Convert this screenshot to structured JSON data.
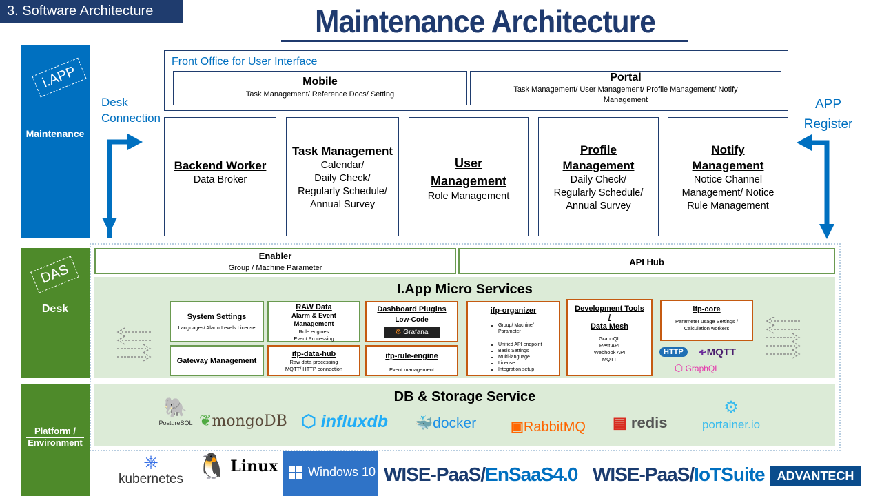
{
  "section_tag": "3. Software Architecture",
  "title": "Maintenance Architecture",
  "left_columns": {
    "app": {
      "stamp": "i.APP",
      "label": "Maintenance"
    },
    "das": {
      "stamp": "DAS",
      "label": "Desk"
    },
    "platform": {
      "label": "Platform / Environment"
    }
  },
  "desk_connection": "Desk Connection",
  "app_register": "APP Register",
  "front_office": {
    "title": "Front Office for User Interface",
    "mobile": {
      "title": "Mobile",
      "body": "Task Management/  Reference  Docs/ Setting"
    },
    "portal": {
      "title": "Portal",
      "body": "Task Management/  User Management/  Profile Management/  Notify Management"
    }
  },
  "modules": [
    {
      "title": "Backend Worker",
      "body": "Data Broker"
    },
    {
      "title": "Task Management",
      "body": "Calendar/\nDaily Check/\nRegularly Schedule/\nAnnual Survey"
    },
    {
      "title": "User Management",
      "body": "Role Management"
    },
    {
      "title": "Profile Management",
      "body": "Daily Check/\nRegularly Schedule/\nAnnual Survey"
    },
    {
      "title": "Notify Management",
      "body": "Notice Channel Management/ Notice Rule Management"
    }
  ],
  "enabler": {
    "title": "Enabler",
    "body": "Group / Machine  Parameter"
  },
  "api_hub": "API Hub",
  "micro_services": {
    "title": "I.App Micro Services",
    "system_settings": {
      "title": "System Settings",
      "body": "Languages/ Alarm Levels License"
    },
    "gateway": {
      "title": "Gateway Management"
    },
    "raw_data": {
      "title": "RAW Data",
      "subtitle": "Alarm & Event Management",
      "body": "Rule engines\nEvent Processing"
    },
    "data_hub": {
      "title": "ifp-data-hub",
      "body": "Raw data processing\nMQTT/ HTTP connection"
    },
    "dashboard": {
      "title": "Dashboard Plugins",
      "subtitle": "Low-Code",
      "logo": "Grafana"
    },
    "rule_engine": {
      "title": "ifp-rule-engine",
      "body": "Event management"
    },
    "organizer": {
      "title": "ifp-organizer",
      "items1": [
        "Group/ Machine/ Parameter"
      ],
      "items2": [
        "Unified API endpoint",
        "Basic Settings",
        "Multi-language",
        "License",
        "Integration setup"
      ]
    },
    "dev_tools": {
      "title": "Development Tools\n/\nData Mesh",
      "body": "GraphQL\nRest API\nWebhook API\nMQTT"
    },
    "core": {
      "title": "ifp-core",
      "body": "Parameter usage Settings / Calculation workers"
    },
    "protocols": {
      "http": "HTTP",
      "mqtt": "MQTT",
      "graphql": "GraphQL"
    }
  },
  "db": {
    "title": "DB & Storage Service",
    "postgres": "PostgreSQL",
    "mongo": "mongoDB",
    "influx": "influxdb",
    "docker": "docker",
    "rabbit": "RabbitMQ",
    "redis": "redis",
    "portainer": "portainer.io"
  },
  "platform": {
    "kubernetes": "kubernetes",
    "linux": "Linux",
    "windows": "Windows 10",
    "ensaas_a": "WISE-PaaS/",
    "ensaas_b": "EnSaaS4.0",
    "iot_a": "WISE-PaaS/",
    "iot_b": "IoTSuite",
    "advantech": "ADVANTECH"
  },
  "colors": {
    "navy": "#1f3c6e",
    "blue": "#0070c0",
    "green": "#4e8a2a",
    "light_green": "#dcebd7",
    "orange": "#c55a11"
  }
}
